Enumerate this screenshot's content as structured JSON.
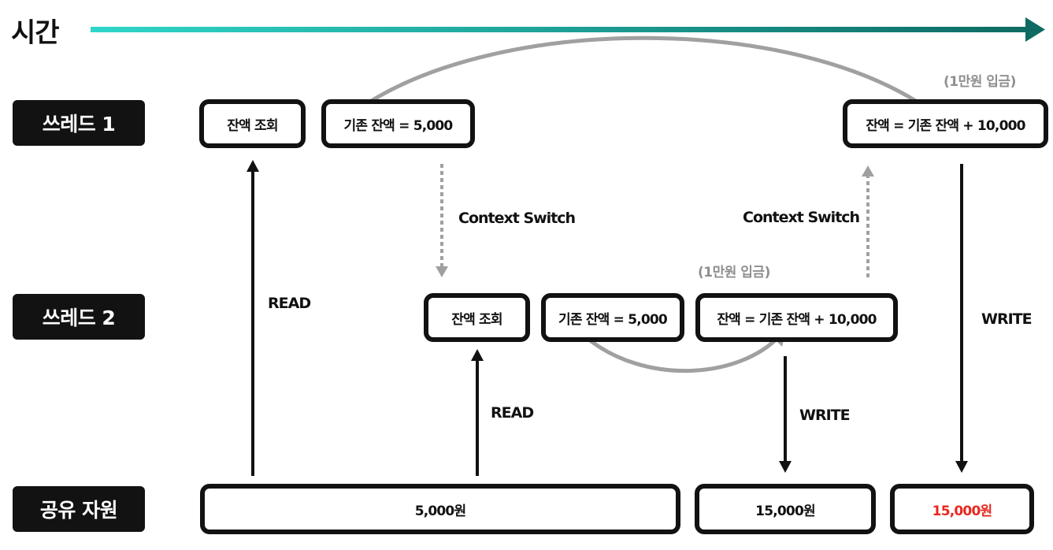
{
  "time_label": "시간",
  "rows": {
    "thread1": "쓰레드 1",
    "thread2": "쓰레드 2",
    "shared": "공유 자원"
  },
  "thread1": {
    "read_balance": "잔액 조회",
    "existing_balance": "기존 잔액 = 5,000",
    "new_balance": "잔액 = 기존 잔액 + 10,000",
    "deposit_note": "(1만원 입금)"
  },
  "thread2": {
    "read_balance": "잔액 조회",
    "existing_balance": "기존 잔액 = 5,000",
    "new_balance": "잔액 = 기존 잔액 + 10,000",
    "deposit_note": "(1만원 입금)"
  },
  "shared": {
    "value1": "5,000원",
    "value2": "15,000원",
    "value3": "15,000원"
  },
  "arrows": {
    "read_1": "READ",
    "read_2": "READ",
    "write_1": "WRITE",
    "write_2": "WRITE",
    "context_switch_1": "Context Switch",
    "context_switch_2": "Context Switch"
  },
  "colors": {
    "timeline_start": "#2fd6c9",
    "timeline_end": "#0d6b63",
    "highlight": "#e8281e",
    "gray_arrow": "#a0a0a0"
  }
}
